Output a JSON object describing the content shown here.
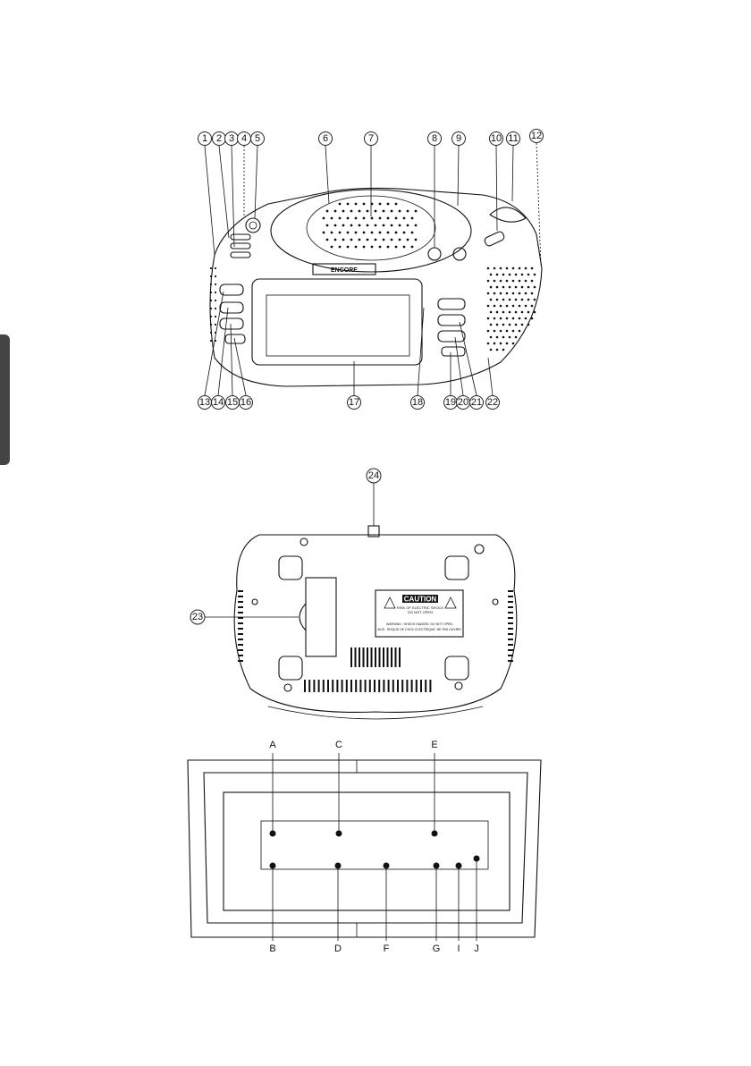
{
  "front_callouts": [
    "1",
    "2",
    "3",
    "4",
    "5",
    "6",
    "7",
    "8",
    "9",
    "10",
    "11",
    "12",
    "13",
    "14",
    "15",
    "16",
    "17",
    "18",
    "19",
    "20",
    "21",
    "22"
  ],
  "bottom_callouts": [
    "23",
    "24"
  ],
  "display_letters": {
    "top": [
      "A",
      "C",
      "E"
    ],
    "bottom": [
      "B",
      "D",
      "F",
      "G",
      "I",
      "J"
    ]
  },
  "brand_label": "ENCORE",
  "caution_label": {
    "title": "CAUTION",
    "line1": "RISK OF ELECTRIC SHOCK",
    "line2": "DO NOT OPEN",
    "warning1": "WARNING : SHOCK HAZARD, DO NOT OPEN",
    "warning2": "AVIS : RISQUE DE CHOC ELECTRIQUE, NE PAS OUVRIR"
  }
}
